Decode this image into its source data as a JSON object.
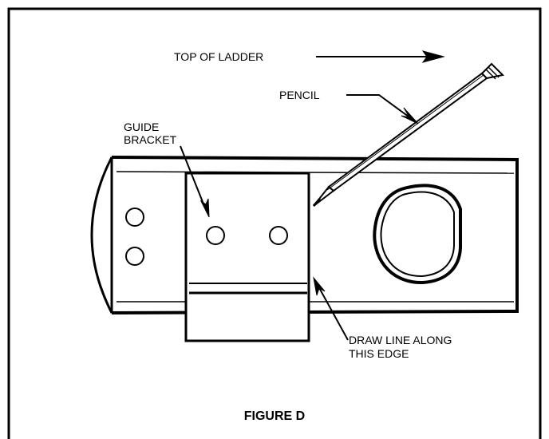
{
  "labels": {
    "top_of_ladder": "TOP OF LADDER",
    "pencil": "PENCIL",
    "guide_bracket_line1": "GUIDE",
    "guide_bracket_line2": "BRACKET",
    "draw_line_line1": "DRAW LINE ALONG",
    "draw_line_line2": "THIS EDGE"
  },
  "caption": "FIGURE D",
  "colors": {
    "ink": "#000000",
    "paper": "#ffffff"
  }
}
